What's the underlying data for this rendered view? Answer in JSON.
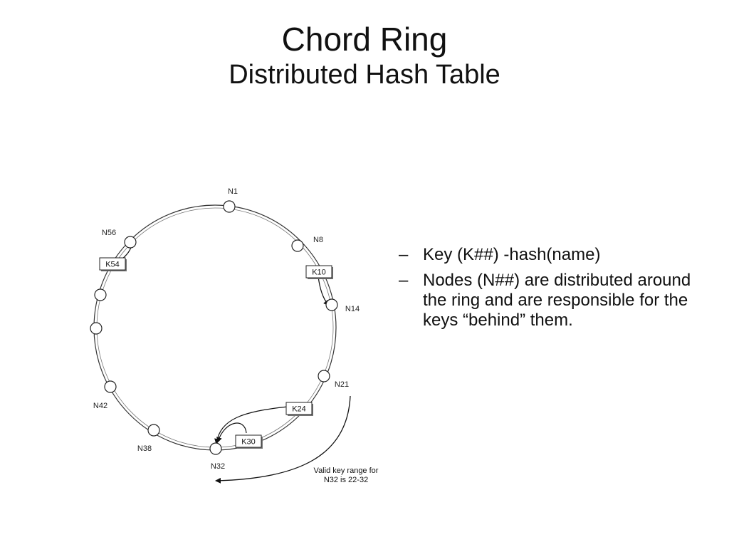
{
  "title": "Chord Ring",
  "subtitle": "Distributed Hash Table",
  "nodes": [
    "N1",
    "N8",
    "N14",
    "N21",
    "N32",
    "N38",
    "N42",
    "N56"
  ],
  "keys": [
    "K10",
    "K24",
    "K30",
    "K54"
  ],
  "range_note": {
    "line1": "Valid key range for",
    "line2": "N32 is 22-32"
  },
  "bullets": [
    {
      "marker": "–",
      "text": "Key (K##) -hash(name)"
    },
    {
      "marker": "–",
      "text": "Nodes (N##) are distributed around the ring and are responsible for the keys “behind” them."
    }
  ]
}
